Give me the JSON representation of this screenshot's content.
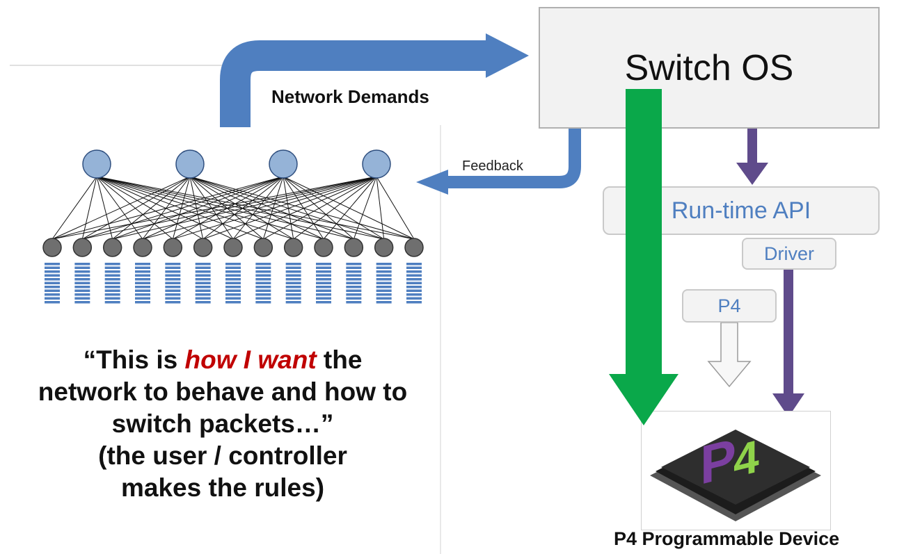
{
  "labels": {
    "switch_os": "Switch OS",
    "network_demands": "Network Demands",
    "feedback": "Feedback",
    "runtime_api": "Run-time API",
    "driver": "Driver",
    "p4": "P4",
    "device": "P4 Programmable Device",
    "chip_logo": "P4"
  },
  "quote": {
    "part1": "“This is ",
    "emphasis": "how I want",
    "part2": " the",
    "line2": "network to behave and how to",
    "line3": "switch packets…”",
    "line4": "(the user / controller",
    "line5": "makes the rules)"
  },
  "network": {
    "top_nodes": 4,
    "bottom_nodes": 13,
    "queues_per_node": 1
  },
  "colors": {
    "blue_arrow": "#4f7fc0",
    "green_arrow": "#0aa84a",
    "purple_arrow": "#5f4b8b",
    "top_node": "#95b3d7",
    "bottom_node": "#6f6f6f",
    "queue": "#4f7fc0",
    "emphasis": "#c00000"
  }
}
